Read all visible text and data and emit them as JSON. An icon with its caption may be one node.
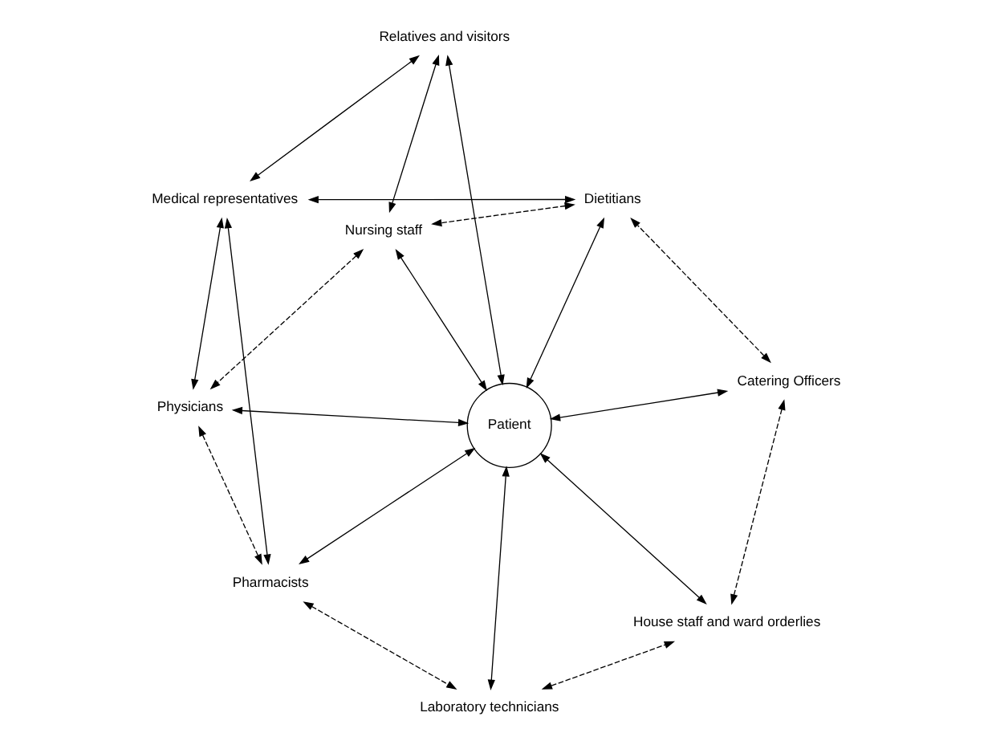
{
  "diagram": {
    "nodes": [
      {
        "text": [
          "Medical representatives"
        ]
      },
      {
        "text": [
          "Physicians"
        ]
      },
      {
        "text": [
          "Pharmacists"
        ]
      },
      {
        "text": [
          "Nursing staff"
        ]
      },
      {
        "text": [
          "Relatives and visitors"
        ]
      },
      {
        "text": [
          "Dietitians"
        ]
      },
      {
        "text": [
          "Patient"
        ]
      },
      {
        "text": [
          "Catering Officers"
        ]
      },
      {
        "text": [
          "Laboratory technicians"
        ]
      },
      {
        "text": [
          "House staff and ward orderlies"
        ]
      }
    ],
    "edges": [
      {
        "from": 0,
        "to": 1,
        "arrow": "both"
      },
      {
        "from": 0,
        "to": 2,
        "arrow": "both"
      },
      {
        "from": 0,
        "to": 4,
        "arrow": "both"
      },
      {
        "from": 0,
        "to": 5,
        "arrow": "both"
      },
      {
        "from": 3,
        "to": 4,
        "arrow": "both"
      },
      {
        "from": 6,
        "to": 1,
        "arrow": "both"
      },
      {
        "from": 6,
        "to": 2,
        "arrow": "both"
      },
      {
        "from": 6,
        "to": 3,
        "arrow": "both"
      },
      {
        "from": 6,
        "to": 4,
        "arrow": "both"
      },
      {
        "from": 6,
        "to": 5,
        "arrow": "both"
      },
      {
        "from": 6,
        "to": 7,
        "arrow": "both"
      },
      {
        "from": 6,
        "to": 8,
        "arrow": "both"
      },
      {
        "from": 6,
        "to": 9,
        "arrow": "both"
      },
      {
        "from": 1,
        "to": 2,
        "arrow": "both",
        "style": "dashed"
      },
      {
        "from": 2,
        "to": 8,
        "arrow": "both",
        "style": "dashed"
      },
      {
        "from": 8,
        "to": 9,
        "arrow": "both",
        "style": "dashed"
      },
      {
        "from": 9,
        "to": 7,
        "arrow": "both",
        "style": "dashed"
      },
      {
        "from": 7,
        "to": 5,
        "arrow": "both",
        "style": "dashed"
      },
      {
        "from": 5,
        "to": 3,
        "arrow": "both",
        "style": "dashed"
      },
      {
        "from": 3,
        "to": 1,
        "arrow": "both",
        "style": "dashed"
      }
    ]
  }
}
